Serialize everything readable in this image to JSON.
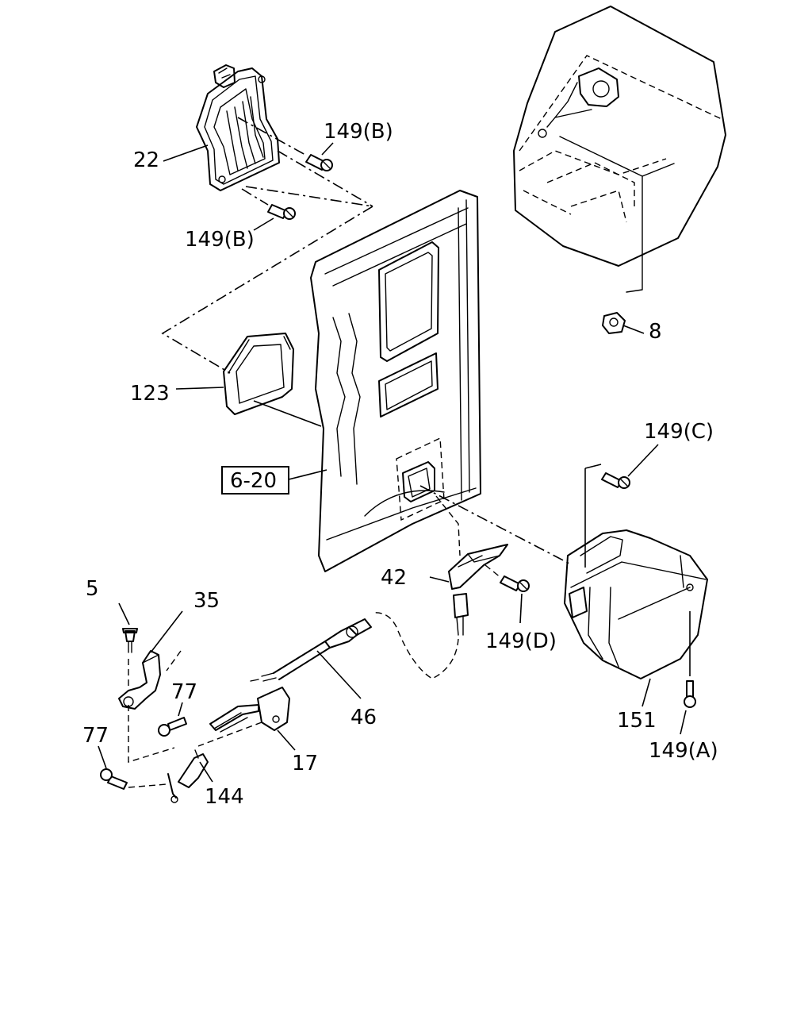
{
  "labels": {
    "p22": "22",
    "p149b_top": "149(B)",
    "p149b_bottom": "149(B)",
    "p8": "8",
    "p123": "123",
    "ref_6_20": "6-20",
    "p149c": "149(C)",
    "p42": "42",
    "p149d": "149(D)",
    "p5": "5",
    "p35": "35",
    "p77_top": "77",
    "p77_left": "77",
    "p46": "46",
    "p17": "17",
    "p144": "144",
    "p151": "151",
    "p149a": "149(A)"
  }
}
